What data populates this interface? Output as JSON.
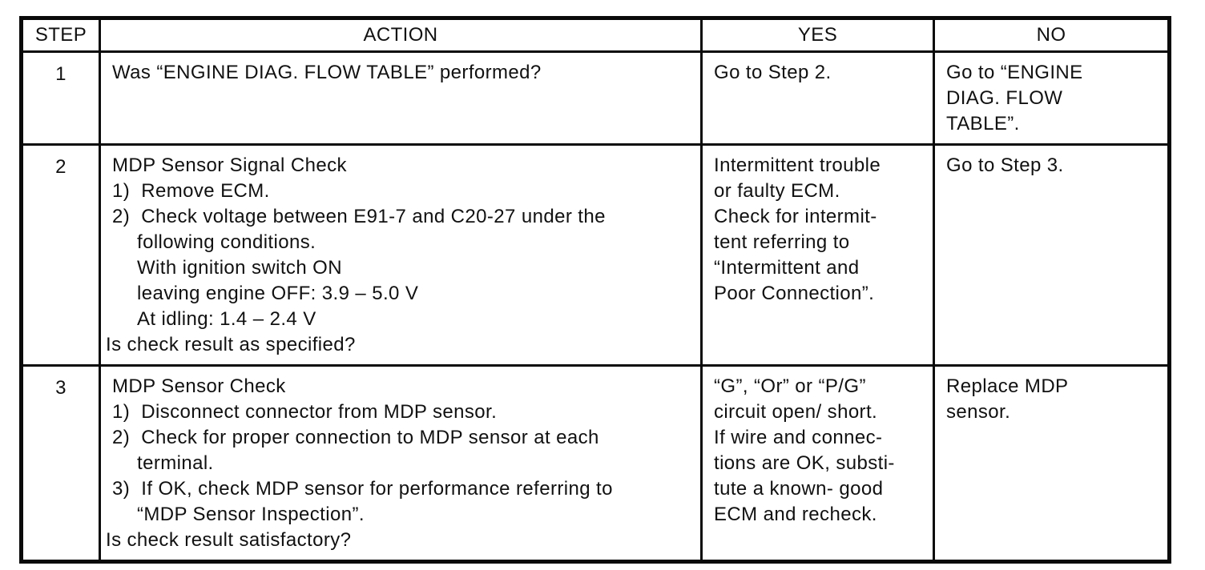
{
  "table": {
    "headers": [
      {
        "id": "step",
        "label": "STEP"
      },
      {
        "id": "action",
        "label": "ACTION"
      },
      {
        "id": "yes",
        "label": "YES"
      },
      {
        "id": "no",
        "label": "NO"
      }
    ],
    "rows": [
      {
        "step": "1",
        "action": [
          {
            "indent": "title",
            "text": "Was “ENGINE DIAG. FLOW TABLE” performed?"
          }
        ],
        "yes": [
          "Go to Step 2."
        ],
        "no": [
          "Go to “ENGINE",
          "DIAG. FLOW",
          "TABLE”."
        ]
      },
      {
        "step": "2",
        "action": [
          {
            "indent": "title",
            "text": "MDP Sensor Signal Check"
          },
          {
            "indent": "num",
            "text": "1)  Remove ECM."
          },
          {
            "indent": "num",
            "text": "2)  Check voltage between E91-7 and C20-27 under the"
          },
          {
            "indent": "cont",
            "text": "following conditions."
          },
          {
            "indent": "cont",
            "text": "With ignition switch ON"
          },
          {
            "indent": "cont",
            "text": "leaving engine OFF: 3.9 – 5.0 V"
          },
          {
            "indent": "cont",
            "text": "At idling: 1.4 – 2.4 V"
          },
          {
            "indent": "question",
            "text": "Is check result as specified?"
          }
        ],
        "yes": [
          "Intermittent trouble",
          "or faulty ECM.",
          "Check for intermit-",
          "tent referring to",
          "“Intermittent and",
          "Poor Connection”."
        ],
        "no": [
          "Go to Step 3."
        ]
      },
      {
        "step": "3",
        "action": [
          {
            "indent": "title",
            "text": "MDP Sensor Check"
          },
          {
            "indent": "num",
            "text": "1)  Disconnect connector from MDP sensor."
          },
          {
            "indent": "num",
            "text": "2)  Check for proper connection to MDP sensor at each"
          },
          {
            "indent": "cont",
            "text": "terminal."
          },
          {
            "indent": "num",
            "text": "3)  If OK, check MDP sensor for performance referring to"
          },
          {
            "indent": "cont",
            "text": "“MDP Sensor Inspection”."
          },
          {
            "indent": "question",
            "text": "Is check result satisfactory?"
          }
        ],
        "yes": [
          "“G”, “Or” or “P/G”",
          "circuit open/ short.",
          "If wire and connec-",
          "tions are OK, substi-",
          "tute a known- good",
          "ECM and recheck."
        ],
        "no": [
          "Replace MDP",
          "sensor."
        ]
      }
    ]
  }
}
